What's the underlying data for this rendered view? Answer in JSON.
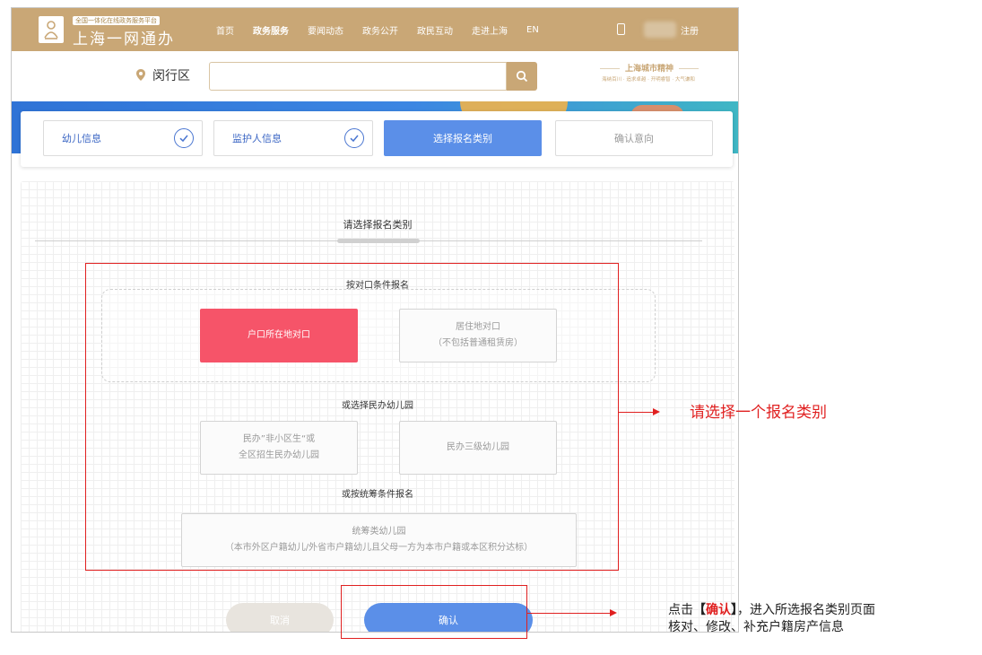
{
  "header": {
    "slogan": "全国一体化在线政务服务平台",
    "app_name": "上海一网通办",
    "nav": [
      "首页",
      "政务服务",
      "要闻动态",
      "政务公开",
      "政民互动",
      "走进上海",
      "EN"
    ],
    "register": "注册"
  },
  "search": {
    "district": "闵行区",
    "placeholder": ""
  },
  "brand": {
    "title": "上海城市精神",
    "subtitle": "海纳百川 · 追求卓越 · 开明睿智 · 大气谦和"
  },
  "steps": [
    {
      "label": "幼儿信息",
      "done": true
    },
    {
      "label": "监护人信息",
      "done": true
    },
    {
      "label": "选择报名类别",
      "active": true
    },
    {
      "label": "确认意向"
    }
  ],
  "form": {
    "section_title": "请选择报名类别",
    "group1": {
      "title": "按对口条件报名",
      "opt1": "户口所在地对口",
      "opt2_line1": "居住地对口",
      "opt2_line2": "（不包括普通租赁房）"
    },
    "group2": {
      "title": "或选择民办幼儿园",
      "opt1_line1": "民办”非小区生“或",
      "opt1_line2": "全区招生民办幼儿园",
      "opt2": "民办三级幼儿园"
    },
    "group3": {
      "title": "或按统筹条件报名",
      "opt_line1": "统筹类幼儿园",
      "opt_line2": "（本市外区户籍幼儿/外省市户籍幼儿且父母一方为本市户籍或本区积分达标）"
    },
    "cancel": "取消",
    "confirm": "确认"
  },
  "annotations": {
    "select_hint": "请选择一个报名类别",
    "confirm_hint_prefix": "点击",
    "confirm_bracket_open": "【",
    "confirm_word": "确认",
    "confirm_bracket_close": "】",
    "confirm_hint_suffix": "，进入所选报名类别页面",
    "confirm_hint_line2": "核对、修改、补充户籍房产信息"
  },
  "colors": {
    "header_gold": "#c9a776",
    "primary_blue": "#5b8fe8",
    "selected_red": "#f65469",
    "annotation_red": "#e02020"
  }
}
